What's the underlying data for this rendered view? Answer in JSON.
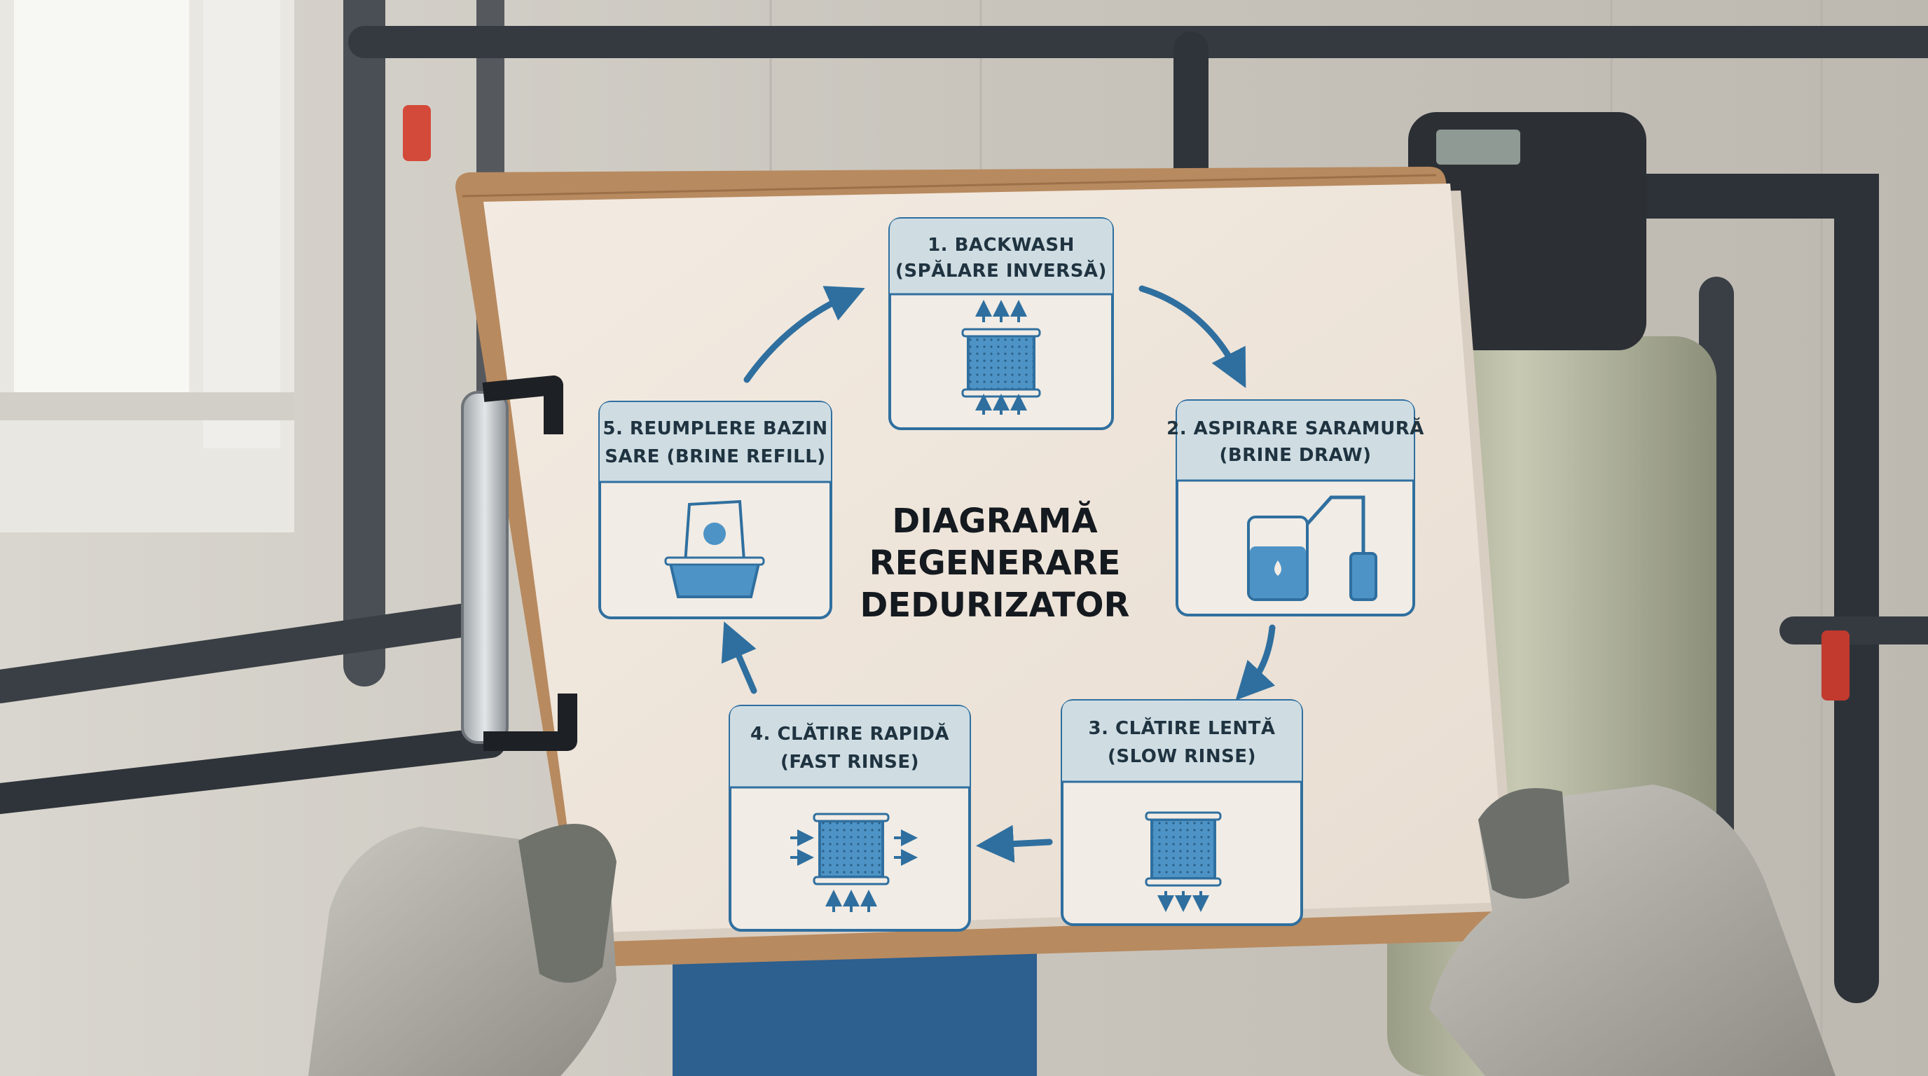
{
  "diagram": {
    "title_lines": [
      "DIAGRAMĂ",
      "REGENERARE",
      "DEDURIZATOR"
    ],
    "steps": [
      {
        "line1": "1. BACKWASH",
        "line2": "(SPĂLARE INVERSĂ)",
        "icon": "filter-upflow-icon"
      },
      {
        "line1": "2. ASPIRARE SARAMURĂ",
        "line2": "(BRINE DRAW)",
        "icon": "brine-tank-icon"
      },
      {
        "line1": "3. CLĂTIRE LENTĂ",
        "line2": "(SLOW RINSE)",
        "icon": "filter-downflow-icon"
      },
      {
        "line1": "4. CLĂTIRE RAPIDĂ",
        "line2": "(FAST RINSE)",
        "icon": "filter-crossflow-icon"
      },
      {
        "line1": "5. REUMPLERE BAZIN",
        "line2": "SARE (BRINE REFILL)",
        "icon": "salt-bag-icon"
      }
    ]
  },
  "colors": {
    "accent": "#2f6f9f",
    "panel_header": "#cfdde3",
    "paper": "#efe6dc",
    "clipboard": "#b88a5f",
    "filter_fill": "#4d93c6"
  }
}
